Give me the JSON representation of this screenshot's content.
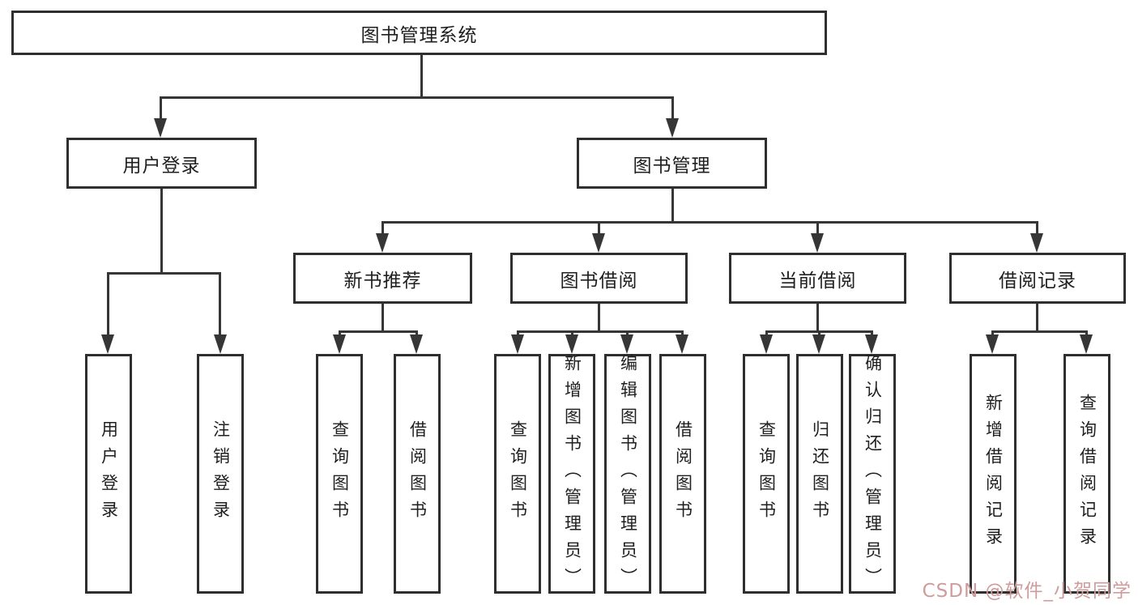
{
  "nodes": {
    "root": "图书管理系统",
    "level2": {
      "user_login": "用户登录",
      "book_mgmt": "图书管理"
    },
    "level3": {
      "new_book": "新书推荐",
      "book_borrow": "图书借阅",
      "current_borrow": "当前借阅",
      "borrow_record": "借阅记录"
    },
    "leaves": {
      "a1": "用户登录",
      "a2": "注销登录",
      "b1": "查询图书",
      "b2": "借阅图书",
      "c1": "查询图书",
      "c2": "新增图书（管理员）",
      "c3": "编辑图书（管理员）",
      "c4": "借阅图书",
      "d1": "查询图书",
      "d2": "归还图书",
      "d3": "确认归还（管理员）",
      "e1": "新增借阅记录",
      "e2": "查询借阅记录"
    }
  },
  "watermark": {
    "text": "CSDN @软件_小贺同学",
    "color": "#cf9c9c"
  },
  "colors": {
    "line": "#363636",
    "box_border": "#2f2f2f",
    "background": "#ffffff",
    "text": "#1f1f1f"
  }
}
